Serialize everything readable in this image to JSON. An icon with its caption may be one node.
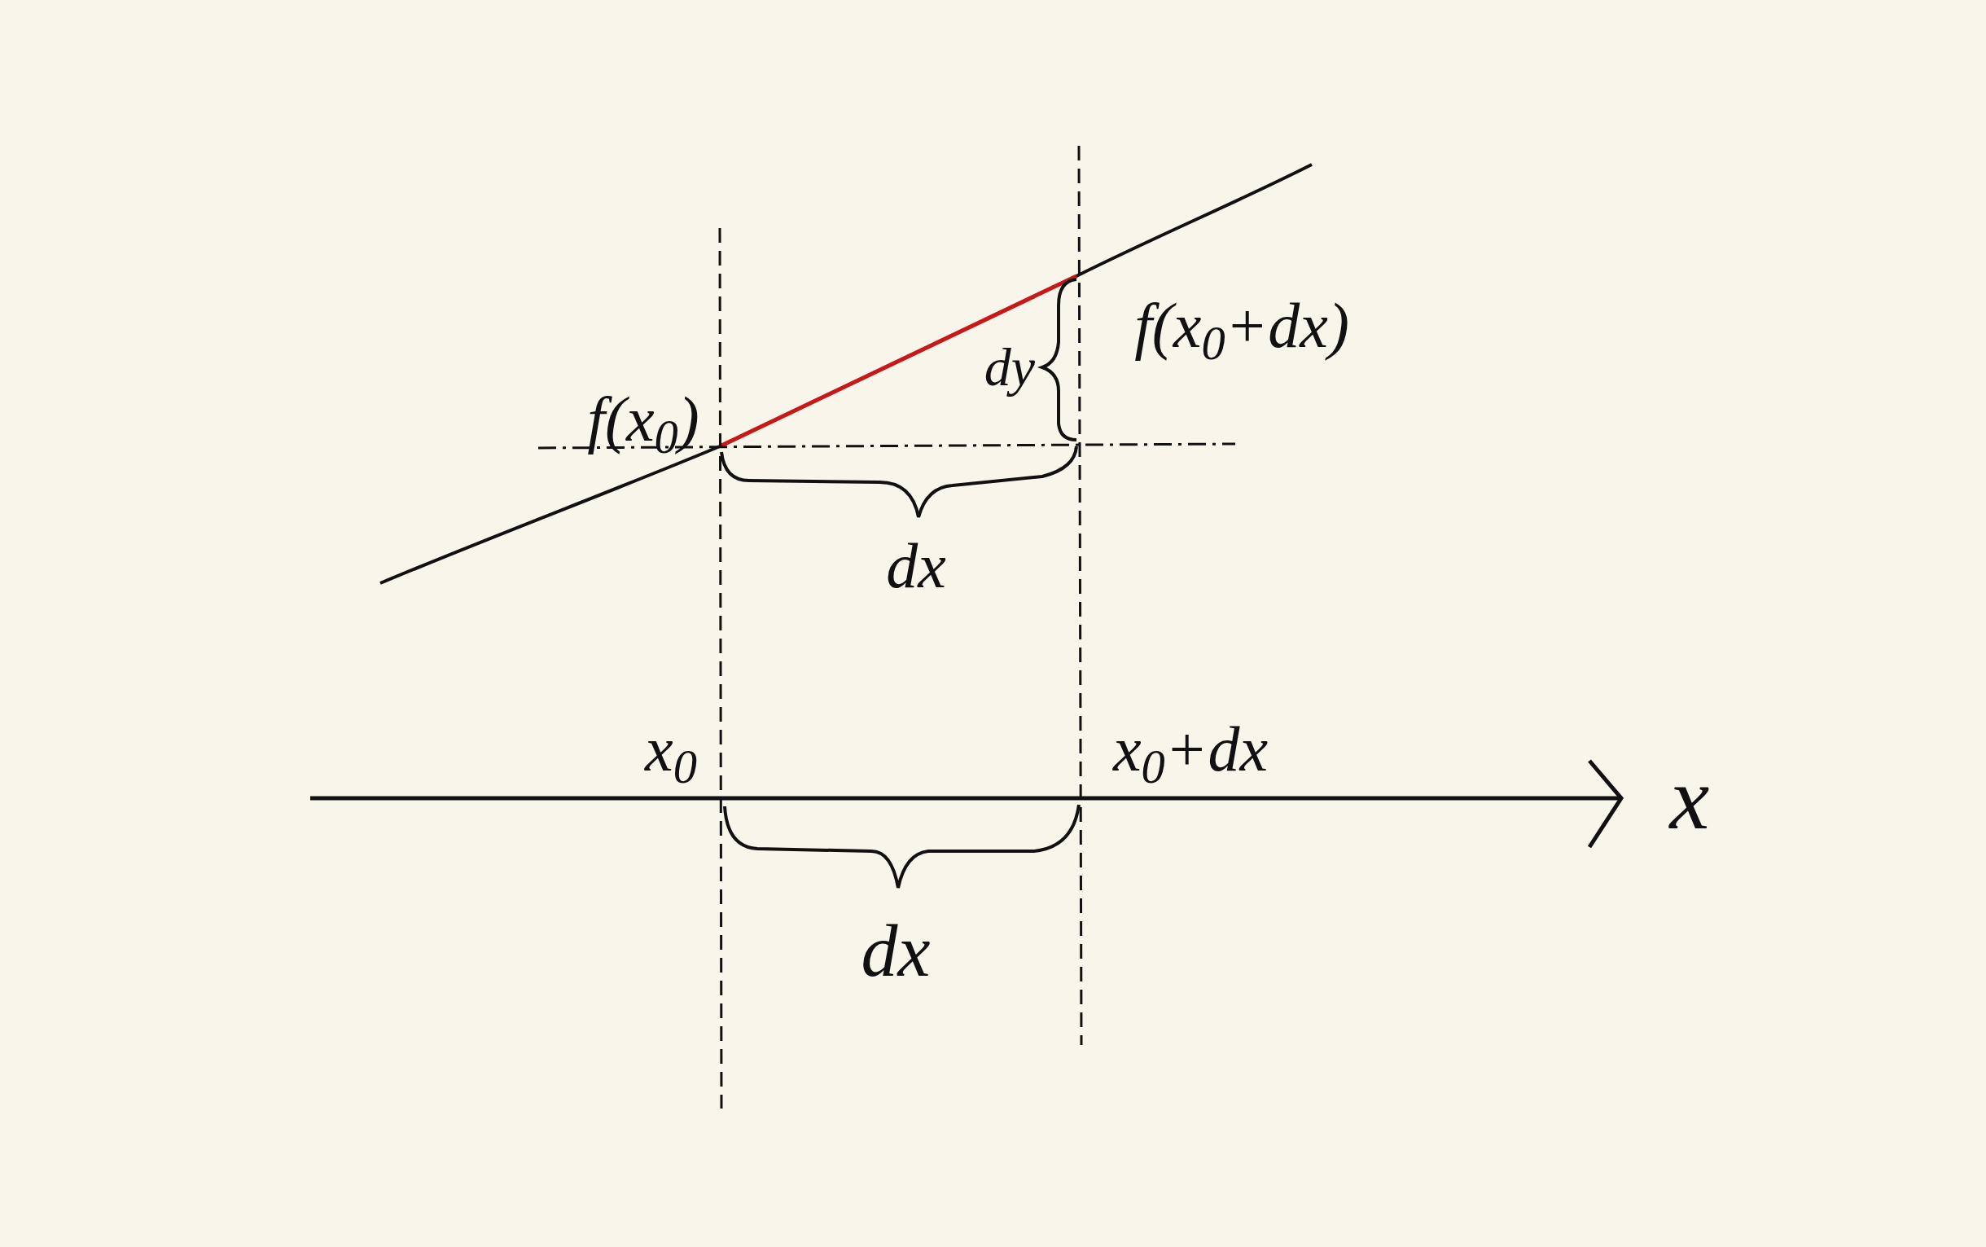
{
  "diagram": {
    "labels": [
      "f(x$_{0}$+dx)",
      "dy",
      "f(x$_{0}$)",
      "dx",
      "x$_{0}$",
      "x$_{0}$+dx",
      "x",
      "dx"
    ]
  }
}
